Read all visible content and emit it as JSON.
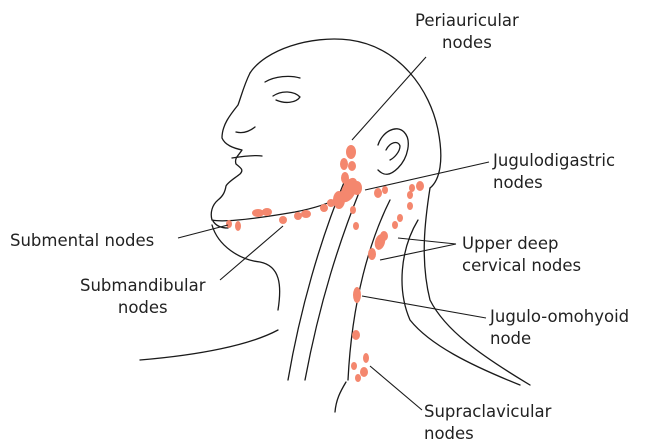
{
  "colors": {
    "node": "#f4876e",
    "line": "#1a1a1a",
    "text": "#222222"
  },
  "labels": {
    "periauricular": {
      "line1": "Periauricular",
      "line2": "nodes"
    },
    "jugulodigastric": {
      "line1": "Jugulodigastric",
      "line2": "nodes"
    },
    "submental": {
      "line1": "Submental nodes"
    },
    "upper_deep_cervical": {
      "line1": "Upper deep",
      "line2": "cervical nodes"
    },
    "submandibular": {
      "line1": "Submandibular",
      "line2": "nodes"
    },
    "jugulo_omohyoid": {
      "line1": "Jugulo-omohyoid",
      "line2": "node"
    },
    "supraclavicular": {
      "line1": "Supraclavicular",
      "line2": "nodes"
    }
  }
}
